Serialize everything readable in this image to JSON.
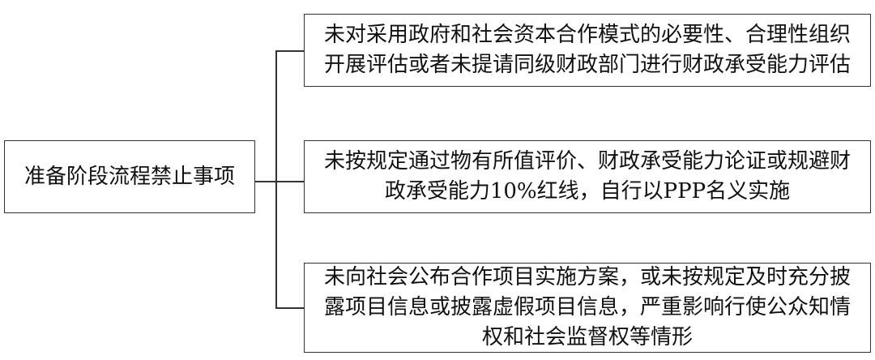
{
  "root": {
    "label": "准备阶段流程禁止事项"
  },
  "items": [
    {
      "lines": [
        "未对采用政府和社会资本合作模式的必要性、合理性组织",
        "开展评估或者未提请同级财政部门进行财政承受能力评估"
      ]
    },
    {
      "lines": [
        "未按规定通过物有所值评价、财政承受能力论证或规避财",
        "政承受能力10%红线，自行以PPP名义实施"
      ]
    },
    {
      "lines": [
        "未向社会公布合作项目实施方案，或未按规定及时充分披",
        "露项目信息或披露虚假项目信息，严重影响行使公众知情",
        "权和社会监督权等情形"
      ]
    }
  ]
}
